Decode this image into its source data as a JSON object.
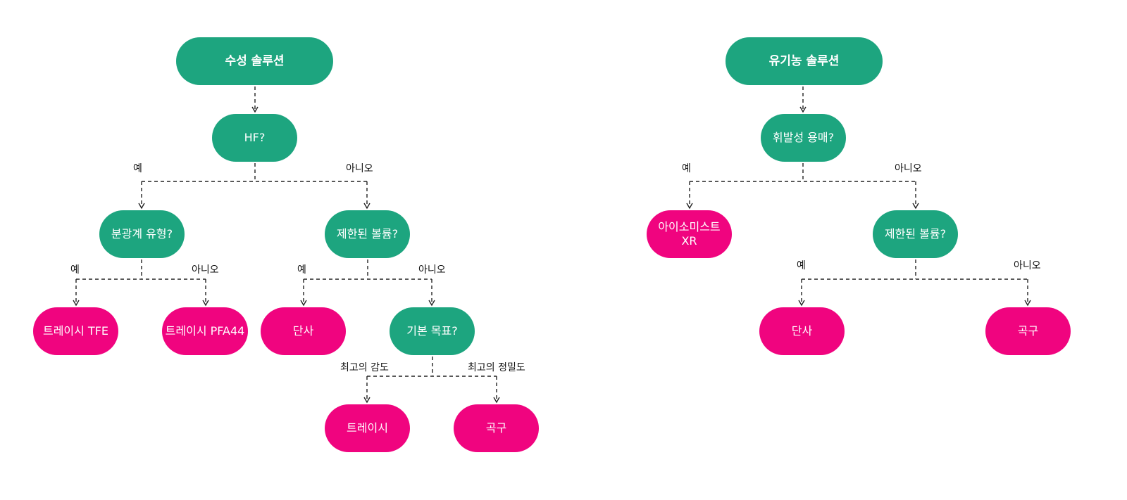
{
  "colors": {
    "decision": "#1da57f",
    "result": "#f0047f",
    "edge": "#222222"
  },
  "left_tree": {
    "root": "수성  솔루션",
    "q_hf": "HF?",
    "q_spectrometer": "분광계 유형?",
    "q_volume": "제한된 볼륨?",
    "q_goal": "기본 목표?",
    "r_tfe": "트레이시 TFE",
    "r_pfa": "트레이시 PFA44",
    "r_single": "단사",
    "r_tracey": "트레이시",
    "r_curved": "곡구",
    "lbl_hf_yes": "예",
    "lbl_hf_no": "아니오",
    "lbl_spec_yes": "예",
    "lbl_spec_no": "아니오",
    "lbl_vol_yes": "예",
    "lbl_vol_no": "아니오",
    "lbl_goal_sens": "최고의 감도",
    "lbl_goal_prec": "최고의 정밀도"
  },
  "right_tree": {
    "root": "유기농 솔루션",
    "q_volatile": "휘발성 용매?",
    "q_volume": "제한된 볼륨?",
    "r_isomist_line1": "아이소미스트",
    "r_isomist_line2": "XR",
    "r_single": "단사",
    "r_curved": "곡구",
    "lbl_vol_yes": "예",
    "lbl_vol_no": "아니오",
    "lbl_limvol_yes": "예",
    "lbl_limvol_no": "아니오"
  }
}
